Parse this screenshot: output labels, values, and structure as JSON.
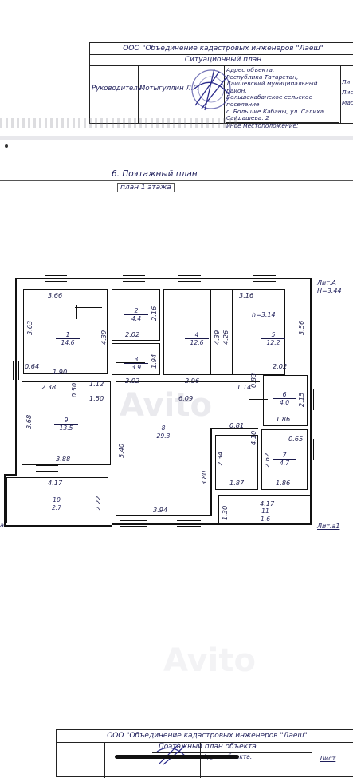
{
  "header": {
    "org": "ООО \"Объединение кадастровых инженеров \"Лаеш\"",
    "doc_type": "Ситуационный план",
    "head_label": "Руководитель",
    "head_name": "Мотыгуллин Л.Г.",
    "address_lines": [
      "Адрес объекта:",
      "Республика Татарстан,",
      "Лаишевский муниципальный район,",
      "Большекабанское сельское поселение",
      "с. Большие Кабаны, ул. Салиха",
      "Сайдашева, 2",
      "иное местоположение:"
    ],
    "side_labels": [
      "Ли",
      "Лист",
      "Масш"
    ]
  },
  "section": {
    "title": "6. Поэтажный план",
    "subtitle": "план 1 этажа"
  },
  "plan": {
    "lit_a": "Лит.А",
    "height": "Н=3.44",
    "lit_a1": "Лит.а1",
    "lit_left": "а",
    "watermark": "Avito",
    "rooms": [
      {
        "n": "1",
        "area": "14.6"
      },
      {
        "n": "2",
        "area": "4.4"
      },
      {
        "n": "3",
        "area": "3.9"
      },
      {
        "n": "4",
        "area": "12.6"
      },
      {
        "n": "5",
        "area": "12.2"
      },
      {
        "n": "6",
        "area": "4.0"
      },
      {
        "n": "7",
        "area": "4.7"
      },
      {
        "n": "8",
        "area": "29.3"
      },
      {
        "n": "9",
        "area": "13.5"
      },
      {
        "n": "10",
        "area": "2.7"
      },
      {
        "n": "11",
        "area": "1.6"
      }
    ],
    "h_note": "h=3.14",
    "dims": {
      "d366": "3.66",
      "d363": "3.63",
      "d439a": "4.39",
      "d064": "0.64",
      "d190": "1.90",
      "d216": "2.16",
      "d202a": "2.02",
      "d194": "1.94",
      "d202b": "2.02",
      "d426": "4.26",
      "d296": "2.96",
      "d316": "3.16",
      "d439b": "4.39",
      "d356": "3.56",
      "d202c": "2.02",
      "d083": "0.83",
      "d114": "1.14",
      "d238": "2.38",
      "d050": "0.50",
      "d112": "1.12",
      "d150": "1.50",
      "d609": "6.09",
      "d215": "2.15",
      "d186a": "1.86",
      "d368": "3.68",
      "d081": "0.81",
      "d540": "5.40",
      "d410": "4.10",
      "d065": "0.65",
      "d234": "2.34",
      "d262": "2.62",
      "d388": "3.88",
      "d380": "3.80",
      "d187": "1.87",
      "d186b": "1.86",
      "d417a": "4.17",
      "d222": "2.22",
      "d394": "3.94",
      "d130": "1.30",
      "d417b": "4.17"
    }
  },
  "footer": {
    "org": "ООО \"Объединение кадастровых инженеров \"Лаеш\"",
    "doc_type": "Поэтажный план объекта",
    "address_label": "Адрес объекта:",
    "side_label": "Лист"
  }
}
